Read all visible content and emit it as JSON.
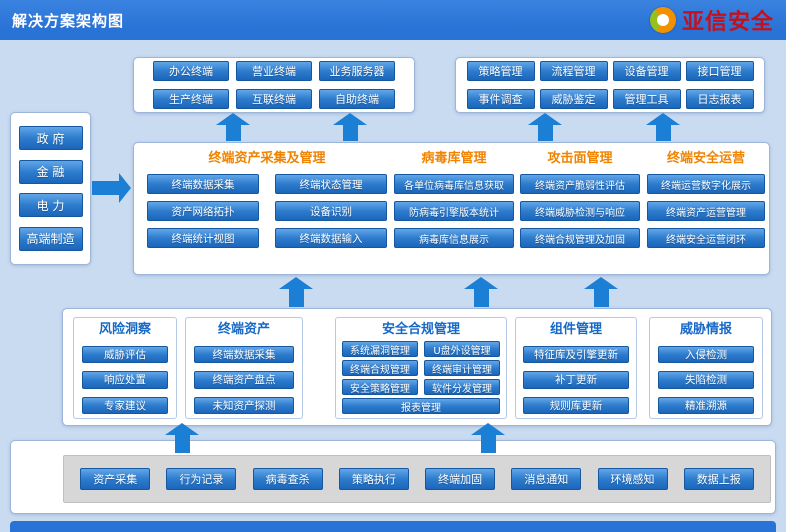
{
  "header": {
    "title": "解决方案架构图",
    "brand": "亚信安全"
  },
  "industries": {
    "items": [
      "政 府",
      "金 融",
      "电 力",
      "高端制造"
    ]
  },
  "terminals": {
    "items": [
      "办公终端",
      "营业终端",
      "业务服务器",
      "生产终端",
      "互联终端",
      "自助终端"
    ]
  },
  "management": {
    "items": [
      "策略管理",
      "流程管理",
      "设备管理",
      "接口管理",
      "事件调查",
      "威胁鉴定",
      "管理工具",
      "日志报表"
    ]
  },
  "platform": {
    "asset": {
      "title": "终端资产采集及管理",
      "items": [
        "终端数据采集",
        "终端状态管理",
        "资产网络拓扑",
        "设备识别",
        "终端统计视图",
        "终端数据输入"
      ]
    },
    "virus": {
      "title": "病毒库管理",
      "items": [
        "各单位病毒库信息获取",
        "防病毒引擎版本统计",
        "病毒库信息展示"
      ]
    },
    "attack": {
      "title": "攻击面管理",
      "items": [
        "终端资产脆弱性评估",
        "终端威胁检测与响应",
        "终端合规管理及加固"
      ]
    },
    "ops": {
      "title": "终端安全运营",
      "items": [
        "终端运营数字化展示",
        "终端资产运营管理",
        "终端安全运营闭环"
      ]
    }
  },
  "capabilities": {
    "risk": {
      "title": "风险洞察",
      "items": [
        "威胁评估",
        "响应处置",
        "专家建议"
      ]
    },
    "asset": {
      "title": "终端资产",
      "items": [
        "终端数据采集",
        "终端资产盘点",
        "未知资产探测"
      ]
    },
    "compliance": {
      "title": "安全合规管理",
      "items": [
        "系统漏洞管理",
        "U盘外设管理",
        "终端合规管理",
        "终端审计管理",
        "安全策略管理",
        "软件分发管理"
      ],
      "wide_item": "报表管理"
    },
    "component": {
      "title": "组件管理",
      "items": [
        "特征库及引擎更新",
        "补丁更新",
        "规则库更新"
      ]
    },
    "intel": {
      "title": "威胁情报",
      "items": [
        "入侵检测",
        "失陷检测",
        "精准溯源"
      ]
    }
  },
  "agent": {
    "items": [
      "资产采集",
      "行为记录",
      "病毒查杀",
      "策略执行",
      "终端加固",
      "消息通知",
      "环境感知",
      "数据上报"
    ]
  },
  "colors": {
    "header": "#2a73d6",
    "accent_orange": "#f08300",
    "accent_blue": "#1769c8",
    "arrow": "#1b7fd6",
    "brand_red": "#c3111c"
  }
}
